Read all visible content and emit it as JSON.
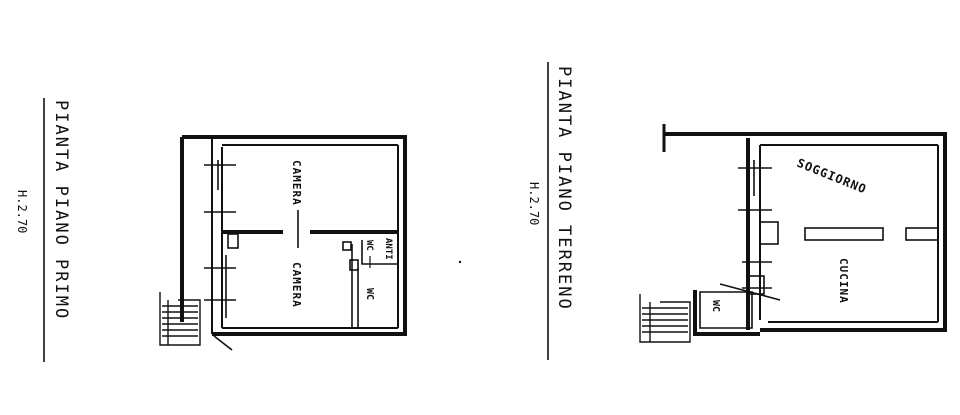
{
  "first_floor": {
    "title": "PIANTA PIANO PRIMO",
    "height": "H.2.70",
    "rooms": {
      "bedroom_top": "CAMERA",
      "bedroom_bottom": "CAMERA",
      "anti": "ANTI",
      "wc_small": "WC",
      "wc": "WC"
    }
  },
  "ground_floor": {
    "title": "PIANTA PIANO TERRENO",
    "height": "H.2.70",
    "rooms": {
      "living": "SOGGIORNO",
      "kitchen": "CUCINA",
      "wc": "WC"
    }
  }
}
